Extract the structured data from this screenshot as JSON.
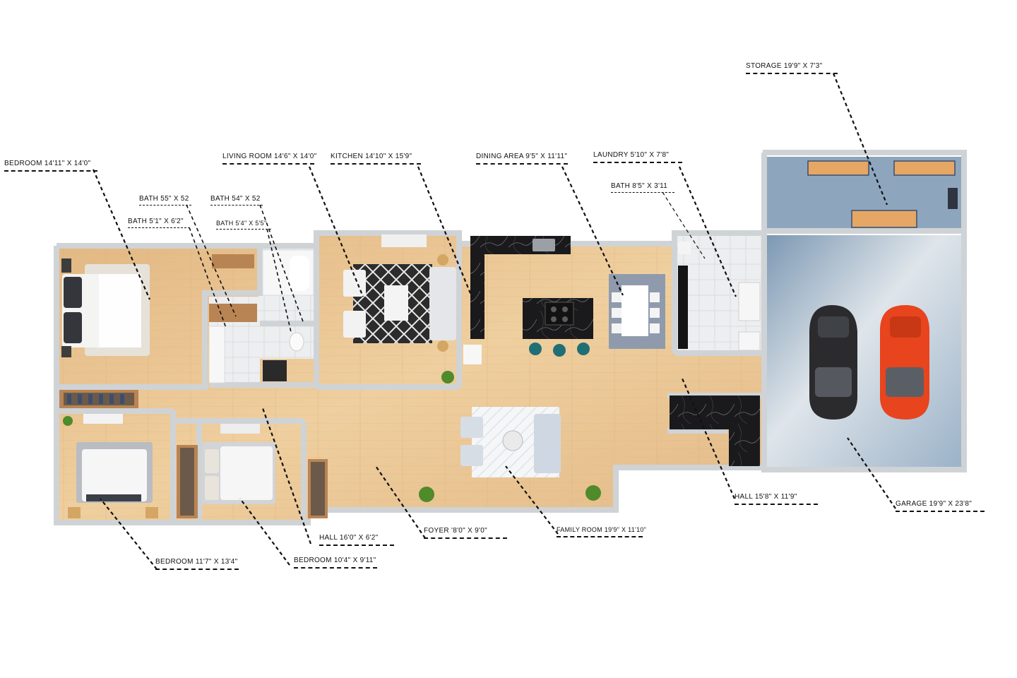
{
  "labels": {
    "storage": "STORAGE 19'9\" X 7'3\"",
    "bedroom_master": "BEDROOM 14'11\" X 14'0\"",
    "living_room": "LIVING ROOM 14'6\" X 14'0\"",
    "kitchen": "KITCHEN 14'10\" X 15'9\"",
    "dining_area": "DINING AREA 9'5\" X 11'11\"",
    "laundry": "LAUNDRY 5'10\" X 7'8\"",
    "bath_laundry": "BATH 8'5\" X 3'11",
    "bath_a": "BATH 55\" X 52",
    "bath_b": "BATH 54\" X 52",
    "bath_c": "BATH 5'1\" X 6'2\"",
    "bath_d": "BATH 5'4\" X 5'5\"",
    "hall_right": "HALL 15'8\" X 11'9\"",
    "garage": "GARAGE 19'9\" X 23'8\"",
    "hall_left": "HALL 16'0\" X 6'2\"",
    "foyer": "FOYER '8'0\" X 9'0\"",
    "family_room": "FAMILY ROOM 19'9\" X 11'10\"",
    "bedroom_2": "BEDROOM 11'7\" X 13'4\"",
    "bedroom_3": "BEDROOM 10'4\" X 9'11\""
  },
  "colors": {
    "wall": "#cfd3d6",
    "floor_wood": "#e8c391",
    "floor_tile": "#e6e8ea",
    "garage_floor": "#c8d3dd",
    "counter_marble": "#1c1c1e",
    "rug_dark": "#2a2a2a",
    "car_black": "#2b2b2e",
    "car_orange": "#e8441e",
    "plant": "#4f8a2b",
    "bed_white": "#f3f3f3",
    "leader_line": "#111111"
  }
}
